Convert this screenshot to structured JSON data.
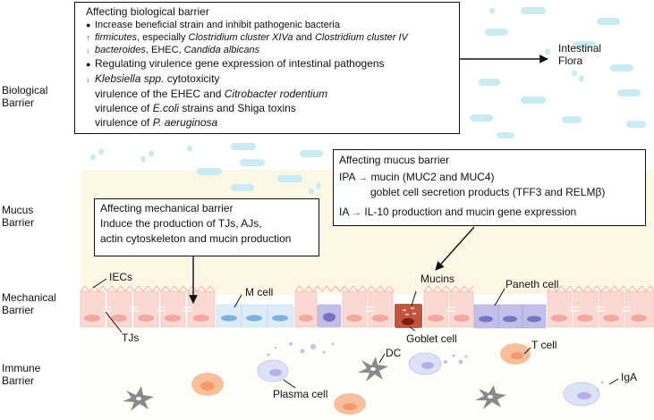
{
  "side_labels": {
    "biological": [
      "Biological",
      "Barrier"
    ],
    "mucus": [
      "Mucus",
      "Barrier"
    ],
    "mechanical": [
      "Mechanical",
      "Barrier"
    ],
    "immune": [
      "Immune",
      "Barrier"
    ]
  },
  "bio_box": {
    "title": "Affecting biological barrier",
    "line1": "Increase beneficial strain and inhibit pathogenic bacteria",
    "line2_a": "firmicutes",
    "line2_b": ", especially ",
    "line2_c": "Clostridium cluster XIVa",
    "line2_d": " and ",
    "line2_e": "Clostridium cluster IV",
    "line3_a": "bacteroides",
    "line3_b": ", EHEC, ",
    "line3_c": "Candida albicans",
    "line4": "Regulating virulence gene expression of intestinal pathogens",
    "line5_a": "Klebsiella spp.",
    "line5_b": " cytotoxicity",
    "line6_a": "virulence of the EHEC and ",
    "line6_b": "Citrobacter rodentium",
    "line7_a": "virulence of ",
    "line7_b": "E.coli",
    "line7_c": " strains and Shiga toxins",
    "line8_a": "virulence of ",
    "line8_b": "P. aeruginosa"
  },
  "intestinal_flora": [
    "Intestinal",
    "Flora"
  ],
  "mucus_box": {
    "title": "Affecting mucus barrier",
    "ipa": "IPA",
    "ipa_line1": "mucin (MUC2 and MUC4)",
    "ipa_line2": "goblet cell secretion products (TFF3 and RELMβ)",
    "ia": "IA",
    "ia_line": "IL-10 production and mucin gene expression"
  },
  "mech_box": {
    "title": "Affecting mechanical barrier",
    "line1": "Induce the production of TJs, AJs,",
    "line2": "actin cytoskeleton and mucin production"
  },
  "cell_labels": {
    "iecs": "IECs",
    "tjs": "TJs",
    "m_cell": "M cell",
    "mucins": "Mucins",
    "paneth": "Paneth cell",
    "goblet": "Goblet cell",
    "dc": "DC",
    "t_cell": "T cell",
    "plasma": "Plasma cell",
    "iga": "IgA"
  },
  "colors": {
    "mucus_layer": "#fdf8e6",
    "bacteria": "#c9ecf2",
    "iec_fill": "#fbd9d3",
    "iec_nucleus": "#f3a8a0",
    "m_cell_fill": "#dcecf8",
    "m_cell_nucleus": "#7fb2de",
    "paneth_fill": "#c2c0e8",
    "paneth_nucleus": "#7a72c4",
    "goblet_fill": "#c2553f",
    "t_cell_fill": "#f8c09a",
    "plasma_fill": "#dde3f7",
    "dc_fill": "#8a8a8a",
    "arrow_red": "#e01010",
    "arrow_up": "#d11111",
    "arrow_down": "#1a6fd0"
  }
}
